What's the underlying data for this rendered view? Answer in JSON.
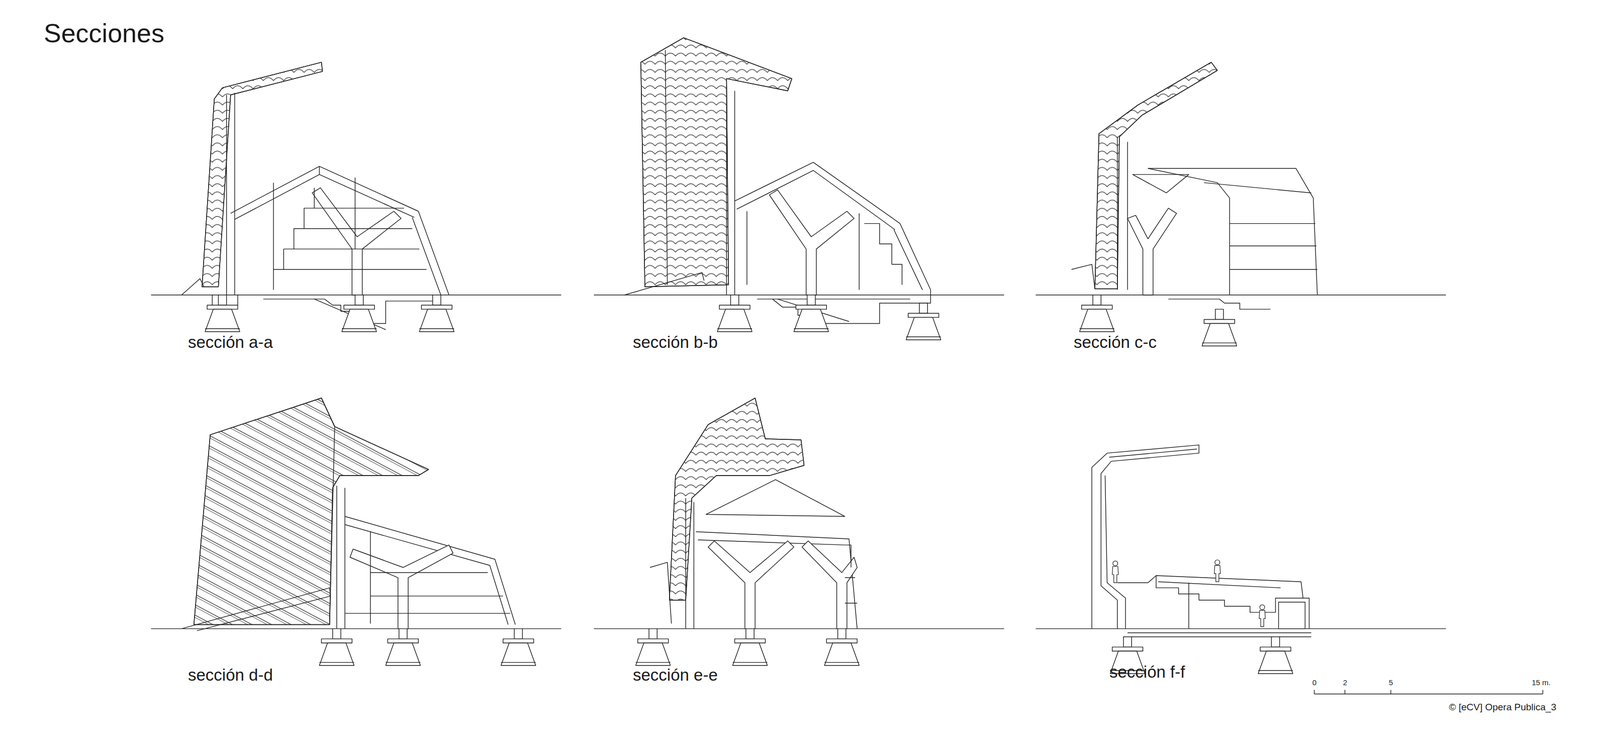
{
  "diagram": {
    "title": "Secciones",
    "labels": [
      "sección a-a",
      "sección b-b",
      "sección c-c",
      "sección d-d",
      "sección e-e",
      "sección f-f",
      "0",
      "2",
      "5",
      "15 m.",
      "© [eCV] Opera Publica_3"
    ]
  }
}
